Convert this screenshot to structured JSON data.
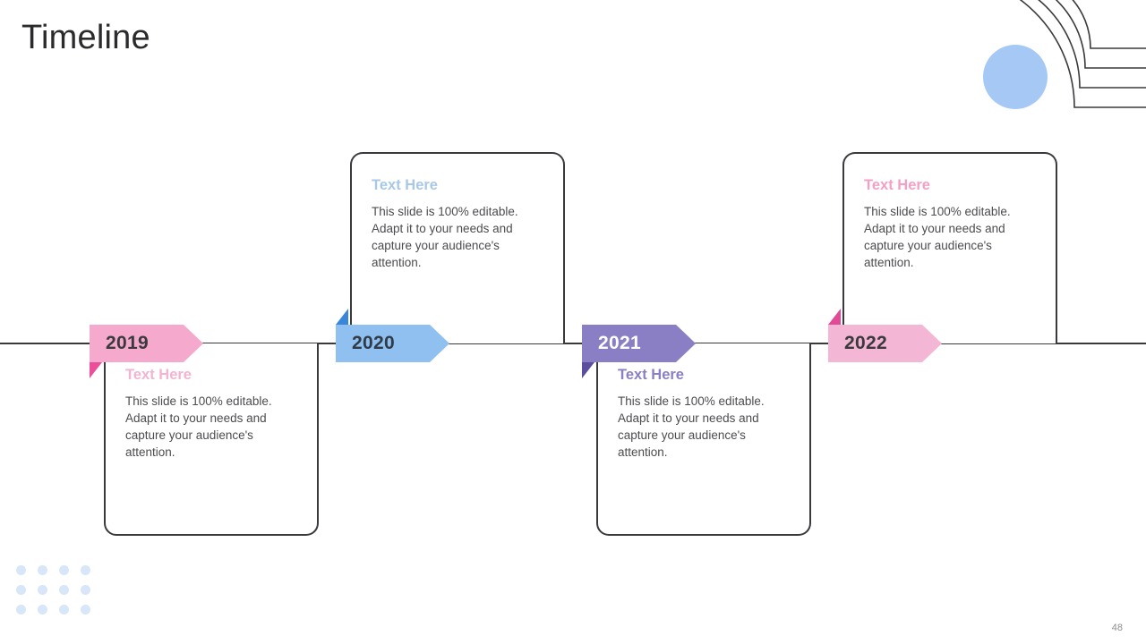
{
  "slide": {
    "title": "Timeline",
    "page_number": "48",
    "background_color": "#ffffff",
    "axis_color": "#3a3a3e"
  },
  "decorations": {
    "corner_arcs": {
      "name": "concentric-arcs",
      "count": 4,
      "color": "#3a3a3e"
    },
    "corner_circle": {
      "name": "blue-circle",
      "color": "#a5c9f4"
    },
    "dot_grid": {
      "name": "dot-grid",
      "columns": 4,
      "rows": 3,
      "color": "#d7e6f8"
    }
  },
  "timeline": {
    "milestones": [
      {
        "year": "2019",
        "position": "below",
        "banner_color": "#f4a9cd",
        "banner_fold_color": "#ec4e9c",
        "banner_text_color": "#3a3a3e",
        "heading": "Text Here",
        "heading_color": "#f3b3d2",
        "body": "This slide is 100% editable. Adapt it to your needs and capture your audience's attention."
      },
      {
        "year": "2020",
        "position": "above",
        "banner_color": "#8fc0f0",
        "banner_fold_color": "#3a86da",
        "banner_text_color": "#2f3b48",
        "heading": "Text Here",
        "heading_color": "#a8c8e8",
        "body": "This slide is 100% editable. Adapt it to your needs and capture your audience's attention."
      },
      {
        "year": "2021",
        "position": "below",
        "banner_color": "#8a7ec4",
        "banner_fold_color": "#5b4e9e",
        "banner_text_color": "#ffffff",
        "heading": "Text Here",
        "heading_color": "#8a7ec4",
        "body": "This slide is 100% editable. Adapt it to your needs and capture your audience's attention."
      },
      {
        "year": "2022",
        "position": "above",
        "banner_color": "#f4b6d5",
        "banner_fold_color": "#e24a97",
        "banner_text_color": "#3a3a3e",
        "heading": "Text Here",
        "heading_color": "#f59fc6",
        "body": "This slide is 100% editable. Adapt it to your needs and capture your audience's attention."
      }
    ]
  }
}
